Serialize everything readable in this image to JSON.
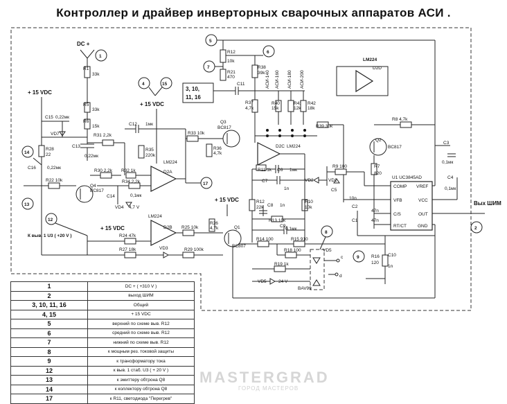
{
  "title": "Контроллер и драйвер инверторных сварочных аппаратов АСИ .",
  "markers": {
    "m1": "1",
    "m2": "2",
    "m4": "4",
    "m5": "5",
    "m6": "6",
    "m7": "7",
    "m8": "8",
    "m9": "9",
    "m12": "12",
    "m13": "13",
    "m14": "14",
    "m15": "15",
    "m17": "17",
    "common_line1": "3,  10,",
    "common_line2": "11,  16"
  },
  "labels": {
    "dc_plus": "DC +",
    "vdc15_left": "+ 15 VDC",
    "vdc15_top": "+ 15 VDC",
    "vdc15_mid": "+ 15 VDC",
    "vdc15_bot": "+ 15 VDC",
    "vyh_shim": "Вых ШИМ",
    "k_vyv": "К выв. 1  U3  ( +20 V )",
    "lm224_box": "LM224",
    "d2d": "D2D",
    "r1": "R1",
    "r1v": "33k",
    "r5": "R5",
    "r5v": "33k",
    "r6": "R6",
    "r6v": "15k",
    "c15": "C15",
    "c15v": "0,22мк",
    "vd7": "VD7",
    "c13": "C13",
    "c13v": "0,22мк",
    "r28": "R28",
    "r28v": "22",
    "c16": "C16",
    "c16v": "0,22мк",
    "r22": "R22  10k",
    "r31": "R31  2,2k",
    "r30": "R30  2,2k",
    "r32": "R32 1k",
    "q4": "Q4",
    "q4t": "BC817",
    "r34": "R34  2,2k",
    "c14": "C14",
    "c14v": "0,1мк",
    "vd4": "VD4",
    "vd4v": "4,7 V",
    "c12": "C12",
    "c12v": "1мк",
    "r35": "R35",
    "r35v": "220k",
    "d2a": "D2A",
    "lm224a": "LM224",
    "d2b": "D2B",
    "lm224b": "LM224",
    "r24": "R24  47k",
    "r27": "R27  18k",
    "vd3": "VD3",
    "r25": "R25  10k",
    "r29": "R29  100k",
    "r33": "R33  10k",
    "q3": "Q3",
    "q3t": "BC817",
    "r36": "R36",
    "r36v": "4,7k",
    "r26": "R26",
    "r26v": "4,7k",
    "q1": "Q1",
    "q1t": "BC807",
    "r12a": "R12",
    "r12av": "10k",
    "r21": "R21",
    "r21v": "470",
    "c11": "C11",
    "r38": "R38",
    "r38v": "39k",
    "aci": [
      "АСИ-140",
      "АСИ-160",
      "АСИ-180",
      "АСИ-200"
    ],
    "r37": "R37",
    "r37v": "4,7k",
    "r40": "R40",
    "r40v": "15k",
    "r41": "R41",
    "r41v": "12k",
    "r42": "R42",
    "r42v": "18k",
    "r39": "R39  30k",
    "d2c": "D2C",
    "lm224c": "LM224",
    "r11": "R11  1k",
    "c6": "C6",
    "c6v": "1мк",
    "c7": "C7",
    "c7v": "1n",
    "vd2": "VD2",
    "vd1": "VD1",
    "r9": "R9  100",
    "c5": "C5",
    "c5v": "10n",
    "r12b": "R12",
    "r12bv": "22k",
    "c8": "C8",
    "c8v": "1n",
    "r10": "R10",
    "r10v": "10k",
    "r13": "R13  10k",
    "c9": "C9",
    "c9v": "0,1мк",
    "r14": "R14  100",
    "r15": "R15  910",
    "r18": "R18  100",
    "vd5a": "VD5",
    "c_lbl": "c",
    "d_lbl": "d",
    "r19": "R19  1k",
    "vd5b": "VD5",
    "vd5bv": "24 V",
    "bav99": "BAV99",
    "r16": "R16",
    "r16v": "120",
    "c10": "C10",
    "c10v": "1n",
    "r8": "R8  4,7k",
    "q2": "Q2",
    "q2t": "BC817",
    "r7": "R7",
    "r7v": "820",
    "u1": "U1  UC3845AD",
    "comp": "COMP",
    "vfb": "VFB",
    "cs": "C/S",
    "rtct": "RT/CT",
    "vref": "VREF",
    "vcc": "VCC",
    "out": "OUT",
    "gnd": "GND",
    "c2": "C2",
    "c2v": "47n",
    "c1": "C1",
    "c1v": "47n",
    "c3": "C3",
    "c3v": "0,1мк",
    "c4": "C4",
    "c4v": "0,1мк"
  },
  "legend": [
    {
      "num": "1",
      "desc": "DC +          ( +310 V )"
    },
    {
      "num": "2",
      "desc": "выход  ШИМ"
    },
    {
      "num": "3,   10,   11,   16",
      "desc": "Общий"
    },
    {
      "num": "4,  15",
      "desc": "+ 15  VDC"
    },
    {
      "num": "5",
      "desc": "верхний  по  схеме  выв.  R12"
    },
    {
      "num": "6",
      "desc": "средний  по  схеме  выв.  R12"
    },
    {
      "num": "7",
      "desc": "нижний   по  схеме  выв.  R12"
    },
    {
      "num": "8",
      "desc": "к  мощным  рез.  токовой  защиты"
    },
    {
      "num": "9",
      "desc": "к  трансформатору  тока"
    },
    {
      "num": "12",
      "desc": "к  выв.  1  стаб.  U3   ( + 20 V )"
    },
    {
      "num": "13",
      "desc": "к  эмиттеру  обтрона  Q8"
    },
    {
      "num": "14",
      "desc": "к  коллектору  обтрона  Q8"
    },
    {
      "num": "17",
      "desc": "к  R11,  светодиода  \"Перегрев\""
    }
  ],
  "watermark": "MASTERGRAD",
  "watermark_sub": "ГОРОД МАСТЕРОВ"
}
